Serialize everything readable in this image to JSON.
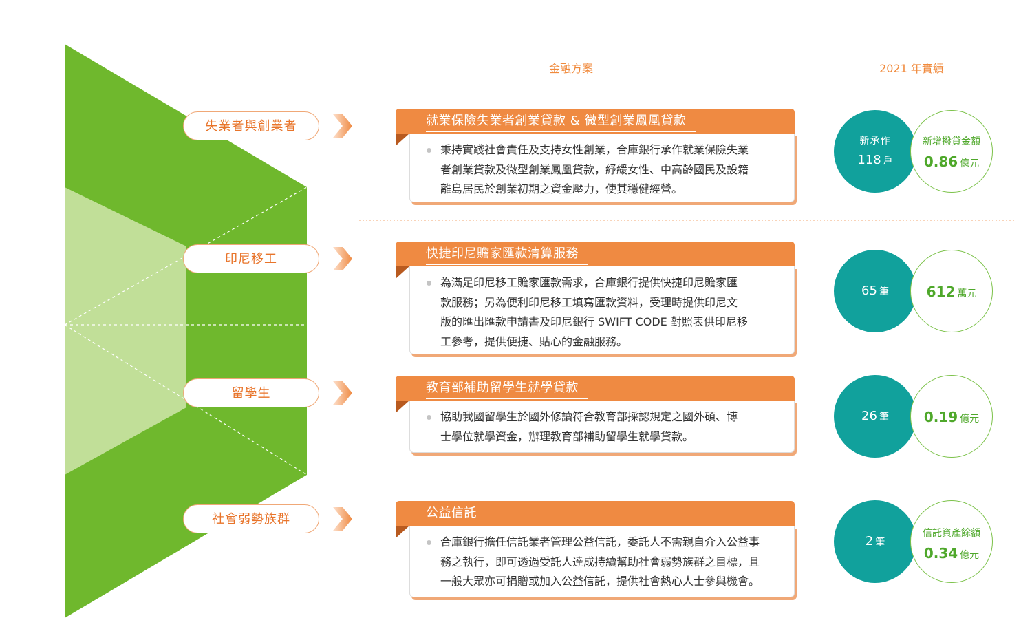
{
  "headers": {
    "program": "金融方案",
    "results": "2021 年實績"
  },
  "colors": {
    "green_dark": "#6fb82d",
    "green_light": "#c1df98",
    "orange": "#ef8a42",
    "teal": "#11a19c",
    "green_text": "#4fa82b"
  },
  "groups": [
    {
      "label": "失業者與創業者"
    },
    {
      "label": "印尼移工"
    },
    {
      "label": "留學生"
    },
    {
      "label": "社會弱勢族群"
    }
  ],
  "programs": [
    {
      "title": "就業保險失業者創業貸款 & 微型創業鳳凰貸款",
      "lines": [
        "秉持實踐社會責任及支持女性創業，合庫銀行承作就業保險失業",
        "者創業貸款及微型創業鳳凰貸款，紓緩女性、中高齡國民及設籍",
        "離島居民於創業初期之資金壓力，使其穩健經營。"
      ]
    },
    {
      "title": "快捷印尼贍家匯款清算服務",
      "lines": [
        "為滿足印尼移工贍家匯款需求，合庫銀行提供快捷印尼贍家匯",
        "款服務；另為便利印尼移工填寫匯款資料，受理時提供印尼文",
        "版的匯出匯款申請書及印尼銀行 SWIFT CODE 對照表供印尼移",
        "工參考，提供便捷、貼心的金融服務。"
      ]
    },
    {
      "title": "教育部補助留學生就學貸款",
      "lines": [
        "協助我國留學生於國外修讀符合教育部採認規定之國外碩、博",
        "士學位就學資金，辦理教育部補助留學生就學貸款。"
      ]
    },
    {
      "title": "公益信託",
      "lines": [
        "合庫銀行擔任信託業者管理公益信託，委託人不需親自介入公益事",
        "務之執行，即可透過受託人達成持續幫助社會弱勢族群之目標，且",
        "一般大眾亦可捐贈或加入公益信託，提供社會熱心人士參與機會。"
      ]
    }
  ],
  "results": [
    {
      "a_label": "新承作",
      "a_value": "118",
      "a_unit": "戶",
      "b_label": "新增撥貸金額",
      "b_value": "0.86",
      "b_unit": "億元"
    },
    {
      "a_label": "",
      "a_value": "65",
      "a_unit": "筆",
      "b_label": "",
      "b_value": "612",
      "b_unit": "萬元"
    },
    {
      "a_label": "",
      "a_value": "26",
      "a_unit": "筆",
      "b_label": "",
      "b_value": "0.19",
      "b_unit": "億元"
    },
    {
      "a_label": "",
      "a_value": "2",
      "a_unit": "筆",
      "b_label": "信託資產餘額",
      "b_value": "0.34",
      "b_unit": "億元"
    }
  ]
}
